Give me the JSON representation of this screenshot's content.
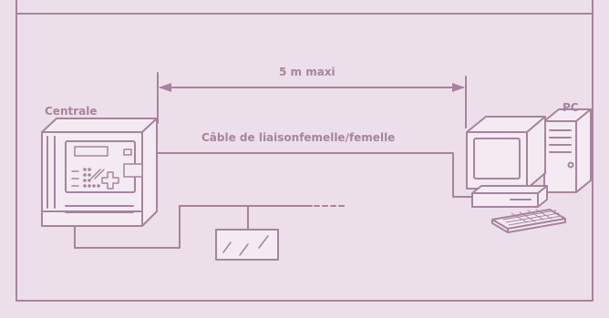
{
  "diagram": {
    "distance_label": "5 m maxi",
    "cable_label": "Câble de liaisonfemelle/femelle",
    "central_label": "Centrale",
    "pc_label": "PC"
  },
  "colors": {
    "background": "#ecdfea",
    "stroke": "#a6849d",
    "device_fill": "#f4ebf2",
    "text": "#a6849d"
  }
}
